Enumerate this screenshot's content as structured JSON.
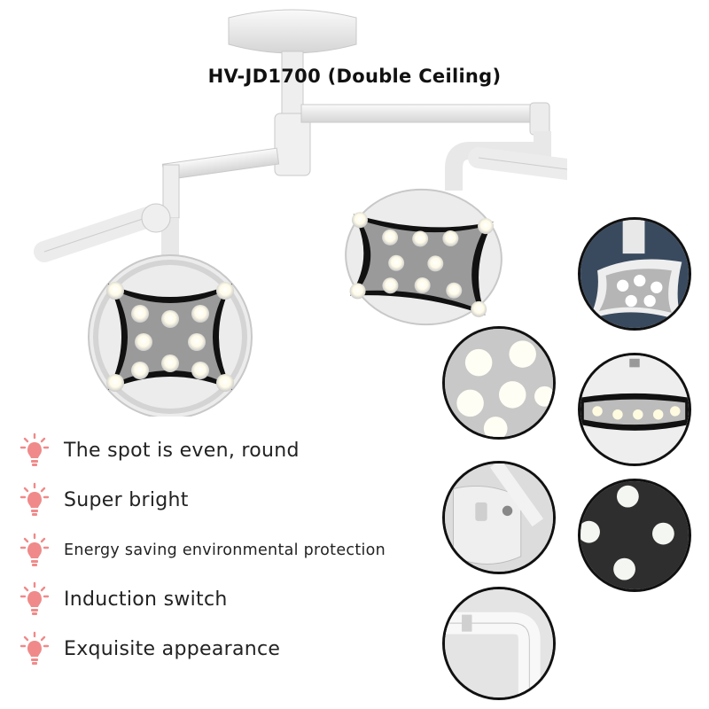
{
  "title": "HV-JD1700 (Double Ceiling)",
  "features": [
    {
      "label": "The spot is even, round",
      "icon": "bulb-icon"
    },
    {
      "label": "Super bright",
      "icon": "bulb-icon"
    },
    {
      "label": "Energy saving environmental protection",
      "icon": "bulb-icon"
    },
    {
      "label": "Induction switch",
      "icon": "bulb-icon"
    },
    {
      "label": "Exquisite appearance",
      "icon": "bulb-icon"
    }
  ],
  "colors": {
    "bulb_icon": "#f08a8a",
    "outline": "#111111",
    "lamp_body": "#f2f2f2",
    "led_glow": "#fffbe8"
  }
}
